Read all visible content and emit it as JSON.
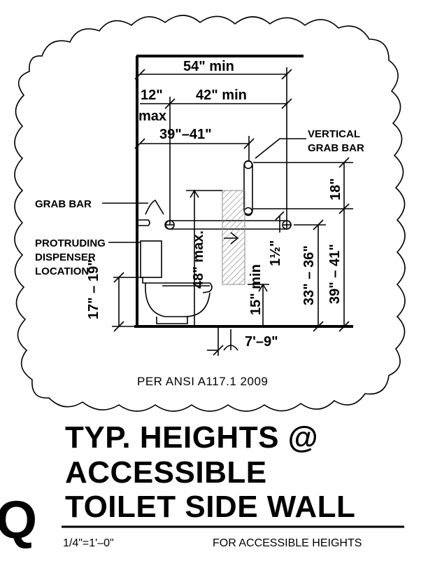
{
  "diagram": {
    "dimensions": {
      "total_width": "54\" min",
      "clear_width": "42\" min",
      "side_offset": "12\"",
      "side_offset_max": "max",
      "toilet_center": "39\"–41\"",
      "vertical_bar_height": "18\"",
      "grab_bar_height": "33\" – 36\"",
      "vertical_bar_bottom": "39\" – 41\"",
      "dispenser_max": "48\" max.",
      "dispenser_min": "15\" min",
      "seat_height": "17\" – 19\"",
      "bar_clearance": "1½\"",
      "dispenser_range": "7'–9\""
    },
    "labels": {
      "vertical_grab_bar_1": "VERTICAL",
      "vertical_grab_bar_2": "GRAB BAR",
      "grab_bar": "GRAB BAR",
      "dispenser_1": "PROTRUDING",
      "dispenser_2": "DISPENSER",
      "dispenser_3": "LOCATION"
    },
    "reference": "PER ANSI A117.1 2009"
  },
  "title": {
    "line1": "TYP. HEIGHTS @",
    "line2": "ACCESSIBLE",
    "line3": "TOILET SIDE WALL"
  },
  "detail_tag": "Q",
  "scale": "1/4\"=1'–0\"",
  "footnote": "FOR ACCESSIBLE HEIGHTS"
}
